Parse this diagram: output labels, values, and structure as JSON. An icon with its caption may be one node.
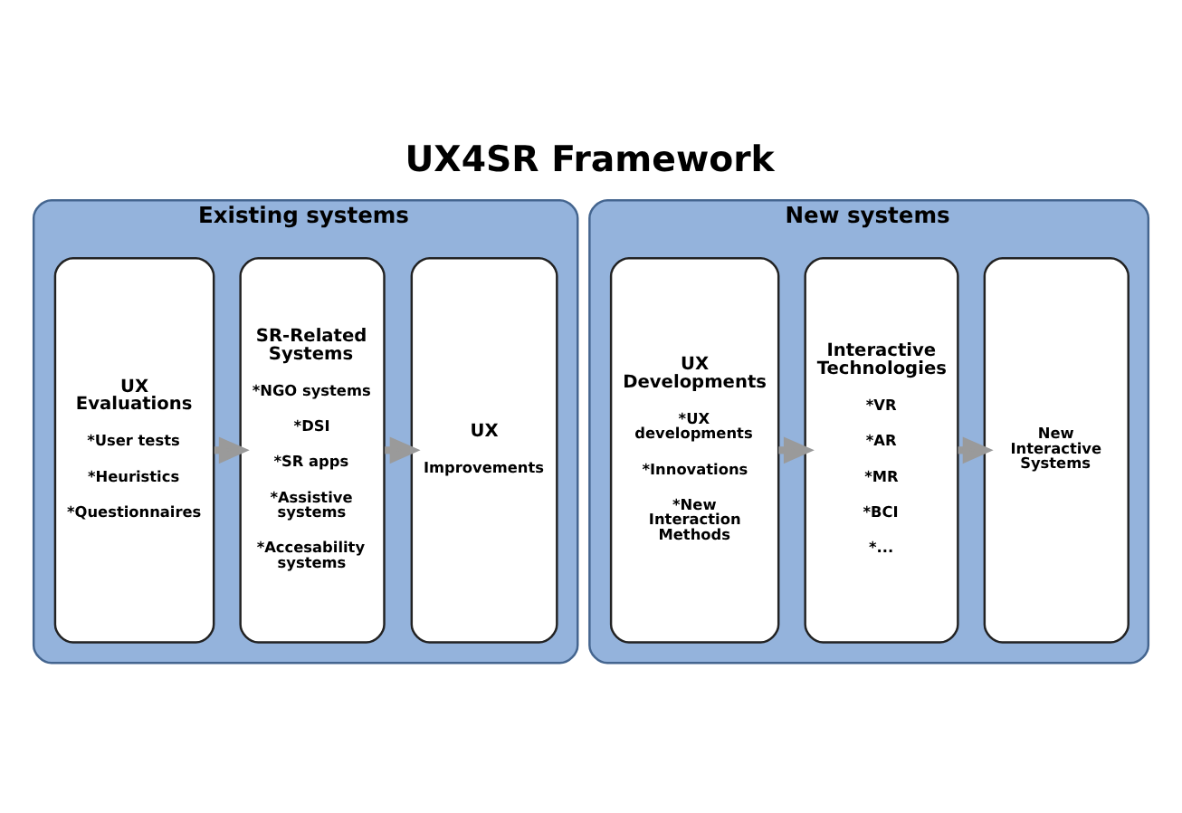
{
  "diagram": {
    "title": "UX4SR Framework",
    "nodes": [
      {
        "text": [
          "Existing systems"
        ]
      },
      {
        "text": [
          "UX Evaluations",
          "*User tests",
          "*Heuristics",
          "*Questionnaires"
        ],
        "in": 0
      },
      {
        "text": [
          "SR-Related Systems",
          "*NGO systems",
          "*DSI",
          "*SR apps",
          "*Assistive systems",
          "*Accesability systems"
        ],
        "in": 0
      },
      {
        "text": [
          "UX",
          "Improvements"
        ],
        "in": 0
      },
      {
        "text": [
          "New systems"
        ]
      },
      {
        "text": [
          "UX Developments",
          "*UX developments",
          "*Innovations",
          "*New Interaction Methods"
        ],
        "in": 4
      },
      {
        "text": [
          "Interactive Technologies",
          "*VR",
          "*AR",
          "*MR",
          "*BCI",
          "*..."
        ],
        "in": 4
      },
      {
        "text": [
          "New Interactive Systems"
        ],
        "in": 4
      }
    ],
    "edges": [
      {
        "from": 1,
        "to": 2,
        "arrow": "to"
      },
      {
        "from": 2,
        "to": 3,
        "arrow": "to"
      },
      {
        "from": 5,
        "to": 6,
        "arrow": "to"
      },
      {
        "from": 6,
        "to": 7,
        "arrow": "to"
      }
    ]
  }
}
